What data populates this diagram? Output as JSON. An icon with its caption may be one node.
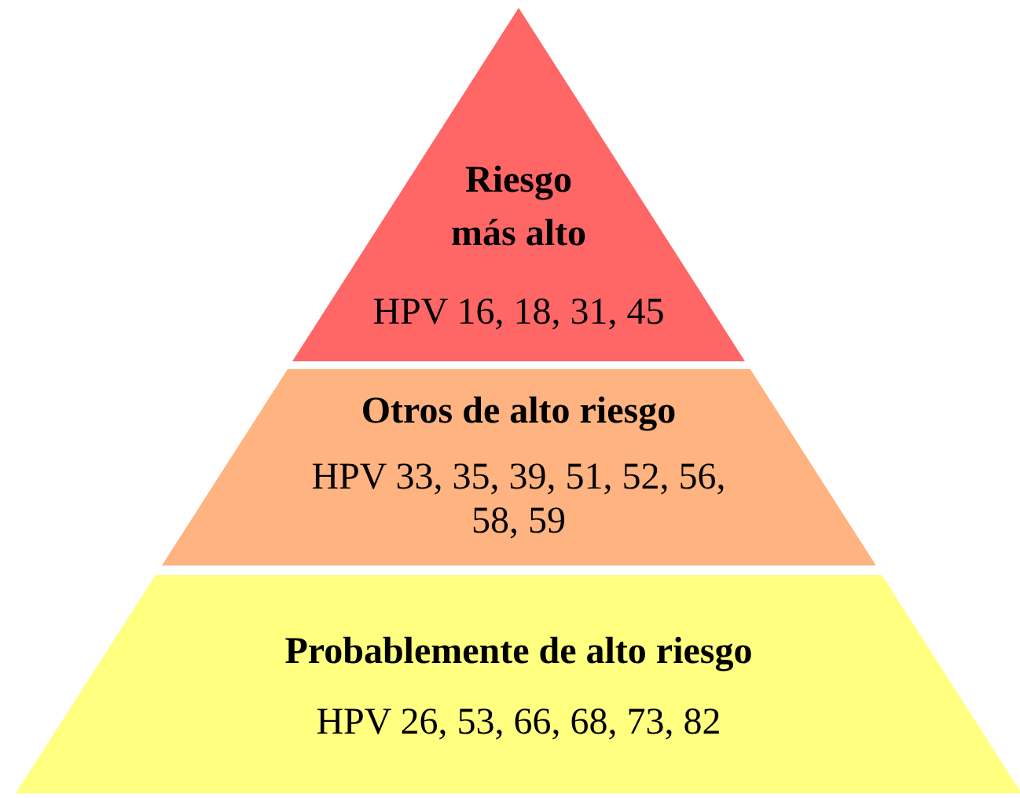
{
  "diagram": {
    "nodes": [
      {
        "text": [
          "Riesgo más alto",
          "HPV 16, 18, 31, 45"
        ]
      },
      {
        "text": [
          "Otros de alto riesgo",
          "HPV 33, 35, 39, 51, 52, 56, 58, 59"
        ]
      },
      {
        "text": [
          "Probablemente de alto riesgo",
          "HPV 26, 53, 66, 68, 73, 82"
        ]
      }
    ]
  }
}
